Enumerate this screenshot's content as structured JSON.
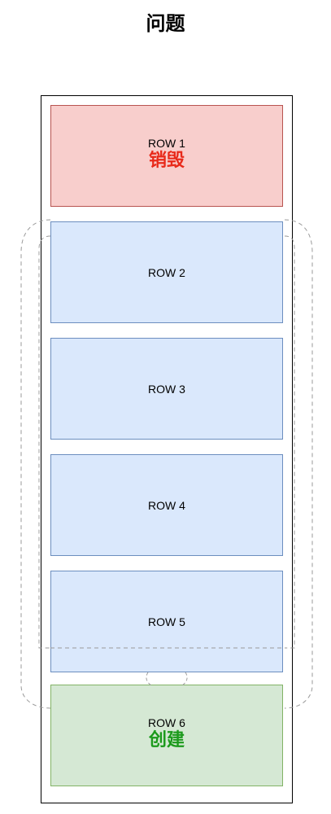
{
  "title": "问题",
  "rows": [
    {
      "label": "ROW 1",
      "action": "销毁",
      "action_color": "#e82a1a",
      "fill": "#f8cecc",
      "stroke": "#b85450"
    },
    {
      "label": "ROW 2",
      "action": "",
      "fill": "#dae8fc",
      "stroke": "#6c8ebf"
    },
    {
      "label": "ROW 3",
      "action": "",
      "fill": "#dae8fc",
      "stroke": "#6c8ebf"
    },
    {
      "label": "ROW 4",
      "action": "",
      "fill": "#dae8fc",
      "stroke": "#6c8ebf"
    },
    {
      "label": "ROW 5",
      "action": "",
      "fill": "#dae8fc",
      "stroke": "#6c8ebf"
    },
    {
      "label": "ROW 6",
      "action": "创建",
      "action_color": "#1c9a1c",
      "fill": "#d5e8d4",
      "stroke": "#82b366"
    }
  ],
  "dashed_outline_color": "#9a9a9a"
}
